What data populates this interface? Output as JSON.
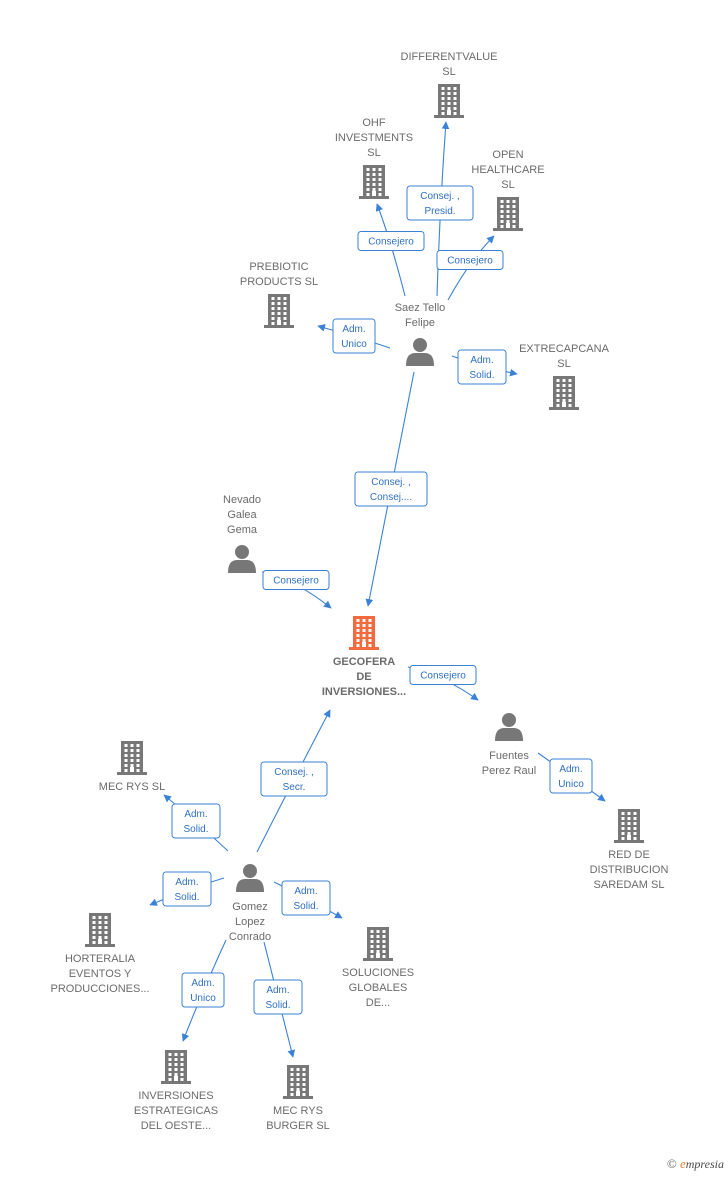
{
  "colors": {
    "edge": "#3b82d6",
    "node": "#777777",
    "center": "#f26a3d"
  },
  "nodes": [
    {
      "id": "gecofera",
      "kind": "company",
      "center": true,
      "lines": [
        "GECOFERA",
        "DE",
        "INVERSIONES..."
      ]
    },
    {
      "id": "differentvalue",
      "kind": "company",
      "lines": [
        "DIFFERENTVALUE",
        "SL"
      ]
    },
    {
      "id": "ohf",
      "kind": "company",
      "lines": [
        "OHF",
        "INVESTMENTS",
        "SL"
      ]
    },
    {
      "id": "openhealthcare",
      "kind": "company",
      "lines": [
        "OPEN",
        "HEALTHCARE",
        "SL"
      ]
    },
    {
      "id": "prebiotic",
      "kind": "company",
      "lines": [
        "PREBIOTIC",
        "PRODUCTS  SL"
      ]
    },
    {
      "id": "saez",
      "kind": "person",
      "lines": [
        "Saez Tello",
        "Felipe"
      ]
    },
    {
      "id": "extrecapcana",
      "kind": "company",
      "lines": [
        "EXTRECAPCANA",
        "SL"
      ]
    },
    {
      "id": "nevado",
      "kind": "person",
      "lines": [
        "Nevado",
        "Galea",
        "Gema"
      ]
    },
    {
      "id": "fuentes",
      "kind": "person",
      "lines": [
        "Fuentes",
        "Perez Raul"
      ]
    },
    {
      "id": "redd",
      "kind": "company",
      "lines": [
        "RED DE",
        "DISTRIBUCION",
        "SAREDAM  SL"
      ]
    },
    {
      "id": "mecrys",
      "kind": "company",
      "lines": [
        "MEC RYS  SL"
      ]
    },
    {
      "id": "gomez",
      "kind": "person",
      "lines": [
        "Gomez",
        "Lopez",
        "Conrado"
      ]
    },
    {
      "id": "horteralia",
      "kind": "company",
      "lines": [
        "HORTERALIA",
        "EVENTOS Y",
        "PRODUCCIONES..."
      ]
    },
    {
      "id": "soluciones",
      "kind": "company",
      "lines": [
        "SOLUCIONES",
        "GLOBALES",
        "DE..."
      ]
    },
    {
      "id": "inversiones",
      "kind": "company",
      "lines": [
        "INVERSIONES",
        "ESTRATEGICAS",
        "DEL OESTE..."
      ]
    },
    {
      "id": "mecrysburger",
      "kind": "company",
      "lines": [
        "MEC RYS",
        "BURGER  SL"
      ]
    }
  ],
  "edges": [
    {
      "from": "saez",
      "to": "differentvalue",
      "label": [
        "Consej. ,",
        "Presid."
      ]
    },
    {
      "from": "saez",
      "to": "ohf",
      "label": [
        "Consejero"
      ]
    },
    {
      "from": "saez",
      "to": "openhealthcare",
      "label": [
        "Consejero"
      ]
    },
    {
      "from": "saez",
      "to": "prebiotic",
      "label": [
        "Adm.",
        "Unico"
      ]
    },
    {
      "from": "saez",
      "to": "extrecapcana",
      "label": [
        "Adm.",
        "Solid."
      ]
    },
    {
      "from": "saez",
      "to": "gecofera",
      "label": [
        "Consej. ,",
        "Consej...."
      ]
    },
    {
      "from": "nevado",
      "to": "gecofera",
      "label": [
        "Consejero"
      ]
    },
    {
      "from": "gecofera",
      "to": "fuentes",
      "label": [
        "Consejero"
      ]
    },
    {
      "from": "fuentes",
      "to": "redd",
      "label": [
        "Adm.",
        "Unico"
      ]
    },
    {
      "from": "gomez",
      "to": "gecofera",
      "label": [
        "Consej. ,",
        "Secr."
      ]
    },
    {
      "from": "gomez",
      "to": "mecrys",
      "label": [
        "Adm.",
        "Solid."
      ]
    },
    {
      "from": "gomez",
      "to": "horteralia",
      "label": [
        "Adm.",
        "Solid."
      ]
    },
    {
      "from": "gomez",
      "to": "soluciones",
      "label": [
        "Adm.",
        "Solid."
      ]
    },
    {
      "from": "gomez",
      "to": "inversiones",
      "label": [
        "Adm.",
        "Unico"
      ]
    },
    {
      "from": "gomez",
      "to": "mecrysburger",
      "label": [
        "Adm.",
        "Solid."
      ]
    }
  ],
  "footer": {
    "copyright": "©",
    "brand_initial": "e",
    "brand_rest": "mpresia"
  }
}
